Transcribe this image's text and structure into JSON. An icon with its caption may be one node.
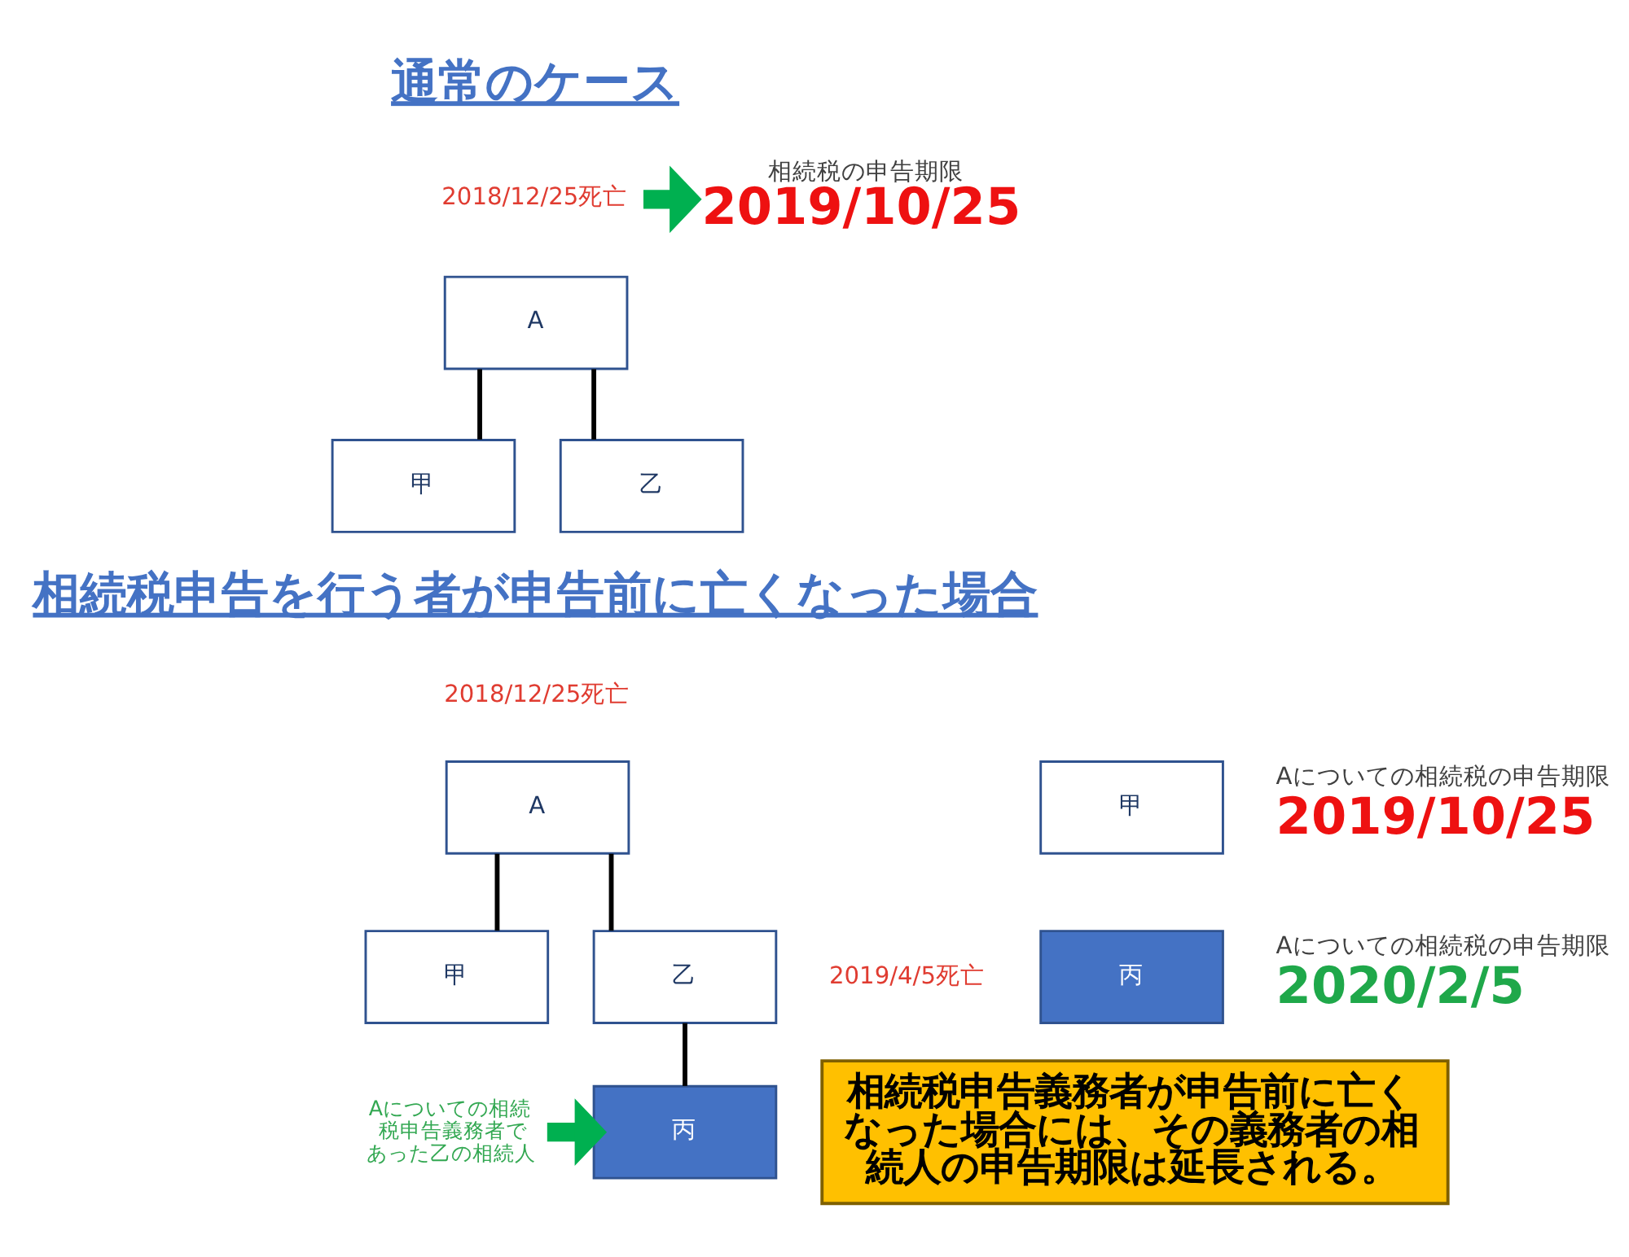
{
  "diagram": {
    "nodes": [
      {
        "text": [
          "2018/12/25死亡"
        ]
      },
      {
        "text": [
          "相続税の申告期限",
          "2019/10/25"
        ]
      },
      {
        "text": [
          "A"
        ]
      },
      {
        "text": [
          "甲"
        ]
      },
      {
        "text": [
          "乙"
        ]
      },
      {
        "text": [
          "A"
        ],
        "beside": [
          "2018/12/25死亡"
        ]
      },
      {
        "text": [
          "甲"
        ]
      },
      {
        "text": [
          "乙"
        ],
        "beside": [
          "2019/4/5死亡"
        ]
      },
      {
        "text": [
          "Aについての相続税申告義務者であった乙の相続人"
        ]
      },
      {
        "text": [
          "丙"
        ]
      },
      {
        "text": [
          "甲"
        ],
        "beside": [
          "Aについての相続税の申告期限",
          "2019/10/25"
        ]
      },
      {
        "text": [
          "丙"
        ],
        "beside": [
          "Aについての相続税の申告期限",
          "2020/2/5"
        ]
      },
      {
        "text": [
          "相続税申告義務者が申告前に亡くなった場合には、その義務者の相続人の申告期限は延長される。"
        ]
      }
    ],
    "edges": [
      {
        "from": 0,
        "to": 1,
        "arrow": "to",
        "style": "thick",
        "color": "#00b050"
      },
      {
        "from": 2,
        "to": 3,
        "arrow": "none"
      },
      {
        "from": 2,
        "to": 4,
        "arrow": "none"
      },
      {
        "from": 5,
        "to": 6,
        "arrow": "none"
      },
      {
        "from": 5,
        "to": 7,
        "arrow": "none"
      },
      {
        "from": 7,
        "to": 9,
        "arrow": "none"
      },
      {
        "from": 8,
        "to": 9,
        "arrow": "to",
        "style": "thick",
        "color": "#00b050"
      }
    ],
    "labels": [
      "通常のケース",
      "相続税申告を行う者が申告前に亡くなった場合"
    ]
  }
}
